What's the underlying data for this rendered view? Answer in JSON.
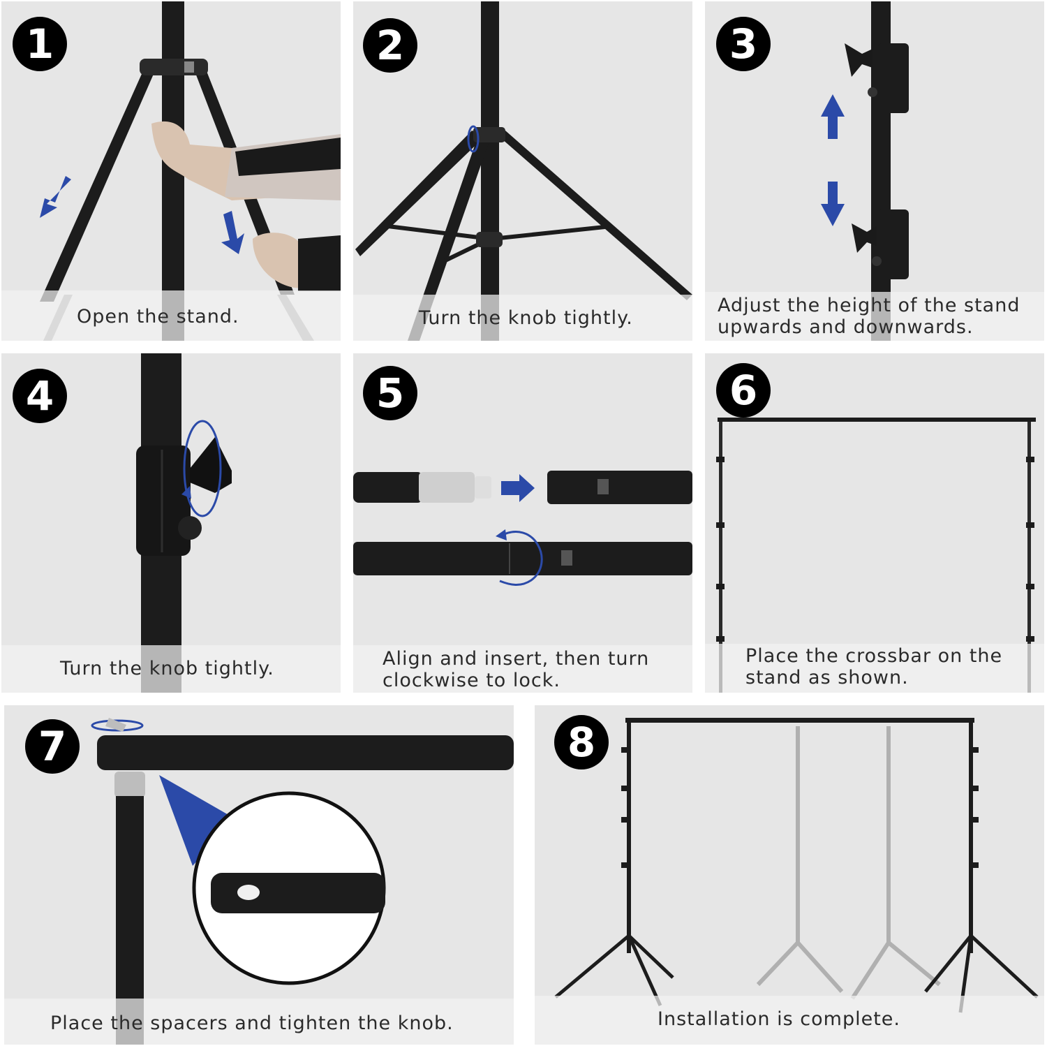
{
  "steps": [
    {
      "number": "1",
      "caption": "Open the stand."
    },
    {
      "number": "2",
      "caption": "Turn the knob tightly."
    },
    {
      "number": "3",
      "caption": "Adjust the height of the stand upwards and downwards."
    },
    {
      "number": "4",
      "caption": "Turn the knob tightly."
    },
    {
      "number": "5",
      "caption": "Align and insert, then turn clockwise to lock."
    },
    {
      "number": "6",
      "caption": "Place the crossbar on the stand as shown."
    },
    {
      "number": "7",
      "caption": "Place the spacers and tighten the knob."
    },
    {
      "number": "8",
      "caption": "Installation is complete."
    }
  ],
  "colors": {
    "panel_bg": "#e6e6e6",
    "pole": "#1c1c1c",
    "arrow_blue": "#2b4aa8",
    "badge": "#000000"
  }
}
